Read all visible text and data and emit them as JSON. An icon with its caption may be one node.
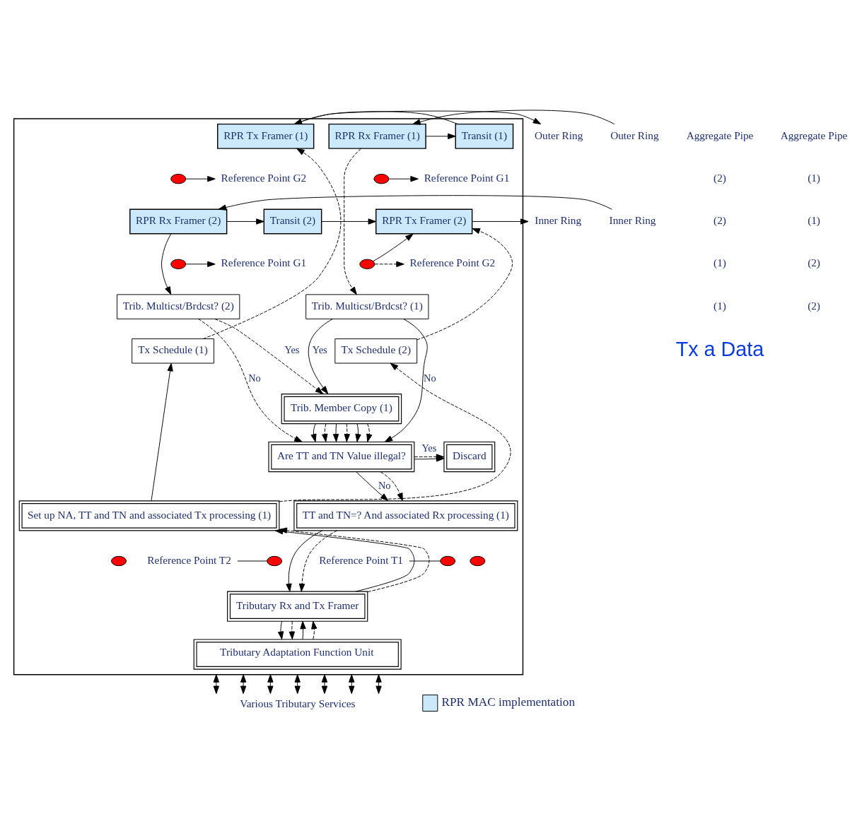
{
  "diagram": {
    "nodes": [
      {
        "text": [],
        "shape": "box"
      },
      {
        "text": [
          "RPR Rx Framer (1)"
        ],
        "in": 0
      },
      {
        "text": [
          "Transit (1)"
        ],
        "in": 0
      },
      {
        "text": [
          "RPR Tx Framer (1)"
        ],
        "in": 0
      },
      {
        "text": [
          "RPR Tx Framer (2)"
        ],
        "in": 0
      },
      {
        "text": [
          "Transit (2)"
        ],
        "in": 0
      },
      {
        "text": [
          "RPR Rx Framer (2)"
        ],
        "in": 0
      },
      {
        "text": [
          "Trib. Multicst/Brdcst? (1)"
        ],
        "in": 0
      },
      {
        "text": [
          "Trib. Multicst/Brdcst? (2)"
        ],
        "in": 0
      },
      {
        "text": [
          "Tx Schedule (2)"
        ],
        "in": 0
      },
      {
        "text": [
          "Tx Schedule (1)"
        ],
        "in": 0
      },
      {
        "text": [
          "Trib. Member Copy (1)"
        ],
        "in": 0
      },
      {
        "text": [
          "Are TT and TN Value illegal?"
        ],
        "in": 0
      },
      {
        "text": [
          "Discard"
        ],
        "in": 0
      },
      {
        "text": [
          "TT and TN=? And associated Rx processing (1)"
        ],
        "in": 0
      },
      {
        "text": [
          "Set up NA, TT and TN and associated Tx processing (1)"
        ],
        "in": 0
      },
      {
        "text": [
          "Tributary Rx and Tx Framer"
        ],
        "in": 0
      },
      {
        "text": [
          "Tributary Adaptation Function Unit"
        ],
        "in": 0
      },
      {
        "text": [
          "Various Tributary Services"
        ]
      },
      {
        "text": [
          "Reference Point G1"
        ],
        "in": 0
      },
      {
        "text": [
          "Reference Point G2"
        ],
        "in": 0
      },
      {
        "text": [
          "Reference Point G2"
        ],
        "in": 0
      },
      {
        "text": [
          "Reference Point G1"
        ],
        "in": 0
      },
      {
        "text": [
          "Reference Point T1"
        ],
        "in": 0
      },
      {
        "text": [
          "Reference Point T2"
        ],
        "in": 0
      },
      {
        "text": [
          "Outer Ring"
        ]
      },
      {
        "text": [
          "Outer Ring"
        ]
      },
      {
        "text": [
          "Inner Ring"
        ]
      },
      {
        "text": [
          "Inner Ring"
        ]
      },
      {
        "text": [],
        "shape": "circle",
        "in": 0
      },
      {
        "text": [],
        "shape": "circle",
        "in": 0
      },
      {
        "text": [],
        "shape": "circle",
        "in": 0
      },
      {
        "text": [],
        "shape": "circle",
        "in": 0
      },
      {
        "text": [],
        "shape": "circle",
        "in": 0
      },
      {
        "text": [],
        "shape": "circle",
        "in": 0
      },
      {
        "text": [],
        "shape": "circle",
        "in": 0
      },
      {
        "text": [],
        "shape": "circle",
        "in": 0
      }
    ],
    "edges": [
      {
        "from": 25,
        "to": 1,
        "arrow": "to"
      },
      {
        "from": 1,
        "to": 2,
        "arrow": "to"
      },
      {
        "from": 2,
        "to": 3,
        "arrow": "to"
      },
      {
        "from": 3,
        "to": 26,
        "arrow": "to"
      },
      {
        "from": 28,
        "to": 6,
        "arrow": "to"
      },
      {
        "from": 6,
        "to": 5,
        "arrow": "to"
      },
      {
        "from": 5,
        "to": 4,
        "arrow": "to"
      },
      {
        "from": 4,
        "to": 27,
        "arrow": "to"
      },
      {
        "from": 1,
        "to": 7,
        "arrow": "to",
        "style": "dashed"
      },
      {
        "from": 6,
        "to": 8,
        "arrow": "to"
      },
      {
        "from": 10,
        "to": 3,
        "arrow": "to",
        "style": "dashed"
      },
      {
        "from": 9,
        "to": 4,
        "arrow": "to",
        "style": "dashed"
      },
      {
        "from": 29,
        "to": 19,
        "arrow": "to"
      },
      {
        "from": 30,
        "to": 20,
        "arrow": "to"
      },
      {
        "from": 31,
        "to": 21,
        "arrow": "to",
        "style": "dashed"
      },
      {
        "from": 31,
        "to": 4,
        "arrow": "to"
      },
      {
        "from": 32,
        "to": 22,
        "arrow": "to"
      },
      {
        "from": 7,
        "to": 11,
        "arrow": "to",
        "label": "Yes"
      },
      {
        "from": 7,
        "to": 12,
        "arrow": "to",
        "label": "No"
      },
      {
        "from": 8,
        "to": 11,
        "arrow": "to",
        "label": "Yes",
        "style": "dashed"
      },
      {
        "from": 8,
        "to": 12,
        "arrow": "to",
        "label": "No",
        "style": "dashed"
      },
      {
        "from": 15,
        "to": 9,
        "arrow": "to",
        "style": "dashed"
      },
      {
        "from": 15,
        "to": 10,
        "arrow": "to"
      },
      {
        "from": 11,
        "to": 12,
        "arrow": "to"
      },
      {
        "from": 11,
        "to": 12,
        "arrow": "to",
        "style": "dashed"
      },
      {
        "from": 11,
        "to": 12,
        "arrow": "to"
      },
      {
        "from": 11,
        "to": 12,
        "arrow": "to",
        "style": "dashed"
      },
      {
        "from": 11,
        "to": 12,
        "arrow": "to"
      },
      {
        "from": 11,
        "to": 12,
        "arrow": "to",
        "style": "dashed"
      },
      {
        "from": 12,
        "to": 13,
        "arrow": "to",
        "style": "dashed",
        "label": "Yes"
      },
      {
        "from": 12,
        "to": 13,
        "arrow": "to"
      },
      {
        "from": 12,
        "to": 14,
        "arrow": "to",
        "label": "No"
      },
      {
        "from": 12,
        "to": 14,
        "arrow": "to",
        "style": "dashed"
      },
      {
        "from": 14,
        "to": 16,
        "arrow": "to"
      },
      {
        "from": 14,
        "to": 16,
        "arrow": "to",
        "style": "dashed"
      },
      {
        "from": 23,
        "to": 33,
        "arrow": "none"
      },
      {
        "from": 24,
        "to": 35,
        "arrow": "none"
      },
      {
        "from": 16,
        "to": 15,
        "arrow": "to"
      },
      {
        "from": 16,
        "to": 15,
        "arrow": "to",
        "style": "dashed"
      },
      {
        "from": 16,
        "to": 17,
        "arrow": "to"
      },
      {
        "from": 16,
        "to": 17,
        "arrow": "to",
        "style": "dashed"
      },
      {
        "from": 17,
        "to": 16,
        "arrow": "to"
      },
      {
        "from": 17,
        "to": 16,
        "arrow": "to",
        "style": "dashed"
      },
      {
        "from": 0,
        "to": 18,
        "arrow": "both"
      },
      {
        "from": 0,
        "to": 18,
        "arrow": "both"
      },
      {
        "from": 0,
        "to": 18,
        "arrow": "both"
      },
      {
        "from": 0,
        "to": 18,
        "arrow": "both"
      },
      {
        "from": 0,
        "to": 18,
        "arrow": "both"
      },
      {
        "from": 0,
        "to": 18,
        "arrow": "both"
      },
      {
        "from": 0,
        "to": 18,
        "arrow": "both"
      }
    ],
    "labels": [
      "Aggregate Pipe",
      "Aggregate Pipe",
      "(2)",
      "(1)",
      "(2)",
      "(1)",
      "(1)",
      "(2)",
      "(1)",
      "(2)",
      "Tx a Data"
    ],
    "legend": [
      {
        "text": "RPR MAC implementation",
        "color": "#cce9fb"
      }
    ]
  }
}
